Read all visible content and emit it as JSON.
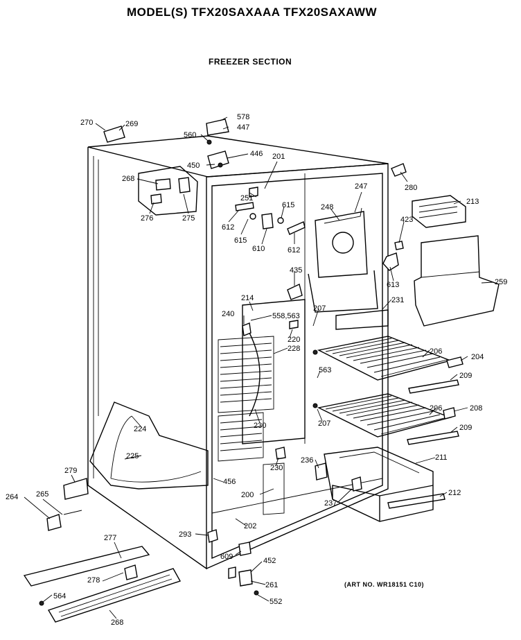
{
  "header": {
    "model_title": "MODEL(S) TFX20SAXAAA  TFX20SAXAWW",
    "section_title": "FREEZER SECTION"
  },
  "footer": {
    "art_number": "(ART NO. WR18151 C10)"
  },
  "callouts": [
    "270",
    "269",
    "578",
    "447",
    "560",
    "446",
    "450",
    "201",
    "268",
    "280",
    "251",
    "615",
    "248",
    "247",
    "213",
    "612",
    "276",
    "275",
    "423",
    "615",
    "610",
    "612",
    "435",
    "613",
    "259",
    "214",
    "231",
    "240",
    "558,563",
    "207",
    "220",
    "228",
    "206",
    "204",
    "563",
    "209",
    "206",
    "208",
    "224",
    "207",
    "209",
    "230",
    "225",
    "211",
    "236",
    "230",
    "279",
    "456",
    "200",
    "212",
    "264",
    "265",
    "237",
    "277",
    "202",
    "293",
    "609",
    "452",
    "278",
    "261",
    "564",
    "552",
    "268"
  ],
  "icons": [
    "refrigerator-cabinet",
    "wire-shelf",
    "ice-bin",
    "ice-tray",
    "auger-motor-bracket",
    "evaporator-coil",
    "kick-plate-grille"
  ]
}
